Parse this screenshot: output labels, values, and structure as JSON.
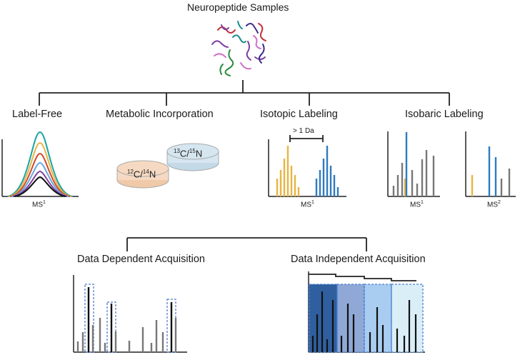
{
  "title": "Neuropeptide Samples",
  "strategies": {
    "label_free": "Label-Free",
    "metabolic": "Metabolic Incorporation",
    "isotopic": "Isotopic Labeling",
    "isobaric": "Isobaric Labeling"
  },
  "dish_light": {
    "pre1": "12",
    "el1": "C/",
    "pre2": "14",
    "el2": "N"
  },
  "dish_heavy": {
    "pre1": "13",
    "el1": "C/",
    "pre2": "15",
    "el2": "N"
  },
  "mass_shift": "> 1 Da",
  "ms1_label": "MS",
  "ms1_sup": "1",
  "ms2_sup": "2",
  "acquisition": {
    "dda": "Data Dependent Acquisition",
    "dia": "Data Independent Acquisition"
  },
  "colors": {
    "isotope_light": "#e8b442",
    "isotope_heavy": "#2e7bbf",
    "reporter_blue": "#2e7bbf",
    "reporter_orange": "#e8b442",
    "dish_light_fill": "#f6d9c2",
    "dish_heavy_fill": "#d6e6f0",
    "dia_window_1": "#2f5f9e",
    "dia_window_2": "#8fa8d6",
    "dia_window_3": "#a9cdf0",
    "dia_window_4": "#daeef7"
  }
}
